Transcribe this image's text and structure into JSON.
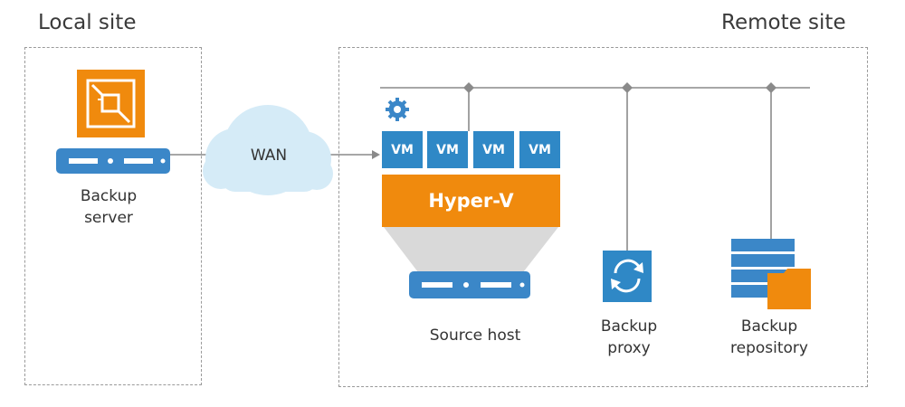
{
  "sites": {
    "local": {
      "title": "Local site"
    },
    "remote": {
      "title": "Remote site"
    }
  },
  "nodes": {
    "backup_server": {
      "line1": "Backup",
      "line2": "server"
    },
    "wan": {
      "label": "WAN"
    },
    "vms": [
      "VM",
      "VM",
      "VM",
      "VM"
    ],
    "hypervisor": {
      "label": "Hyper-V"
    },
    "source_host": {
      "label": "Source host"
    },
    "backup_proxy": {
      "line1": "Backup",
      "line2": "proxy"
    },
    "backup_repository": {
      "line1": "Backup",
      "line2": "repository"
    }
  },
  "colors": {
    "brand_orange": "#f08a0d",
    "vm_blue": "#2f88c6",
    "server_blue": "#3b87c8",
    "cloud_fill": "#d5ebf7",
    "line_gray": "#8a8a8a"
  },
  "icons": {
    "backup_server": "veeam-logo-icon",
    "settings": "gear-icon",
    "proxy": "sync-icon",
    "repository": "database-folder-icon"
  }
}
